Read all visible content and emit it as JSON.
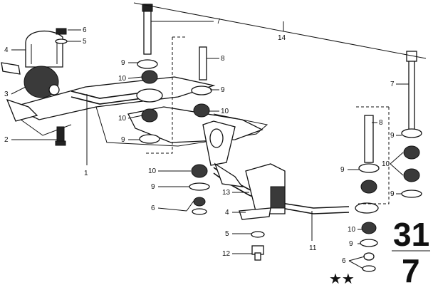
{
  "labels": {
    "l1": "1",
    "l2": "2",
    "l3": "3",
    "l4": "4",
    "l4b": "4",
    "l5": "5",
    "l5b": "5",
    "l6": "6",
    "l6b": "6",
    "l6c": "6",
    "l7": "7",
    "l7b": "7",
    "l8": "8",
    "l8b": "8",
    "l9a": "9",
    "l9b": "9",
    "l9c": "9",
    "l9d": "9",
    "l9e": "9",
    "l9f": "9",
    "l9g": "9",
    "l10a": "10",
    "l10b": "10",
    "l10c": "10",
    "l10d": "10",
    "l10e": "10",
    "l10f": "10",
    "l11": "11",
    "l12": "12",
    "l13": "13",
    "l14": "14"
  },
  "page_number": {
    "top": "31",
    "bottom": "7"
  },
  "marks": "★★"
}
